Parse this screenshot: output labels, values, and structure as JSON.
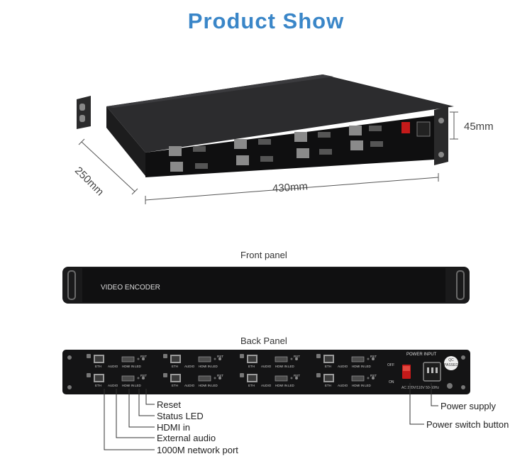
{
  "title": "Product Show",
  "dimensions": {
    "height": "45mm",
    "depth": "250mm",
    "width": "430mm"
  },
  "sections": {
    "front": "Front panel",
    "back": "Back Panel"
  },
  "device": {
    "front_text": "VIDEO ENCODER",
    "power_input_label": "POWER INPUT",
    "power_rating": "AC 220V/110V 50-60Hz",
    "qc_badge": "QC PASSED",
    "switch_off": "OFF",
    "switch_on": "ON",
    "port_labels": {
      "eth": "ETH",
      "audio": "AUDIO",
      "hdmi": "HDMI IN",
      "led": "LED",
      "rst": "RST"
    }
  },
  "callouts_left": [
    "Reset",
    "Status LED",
    "HDMI in",
    "External audio",
    "1000M network port"
  ],
  "callouts_right": [
    "Power supply",
    "Power switch button"
  ]
}
